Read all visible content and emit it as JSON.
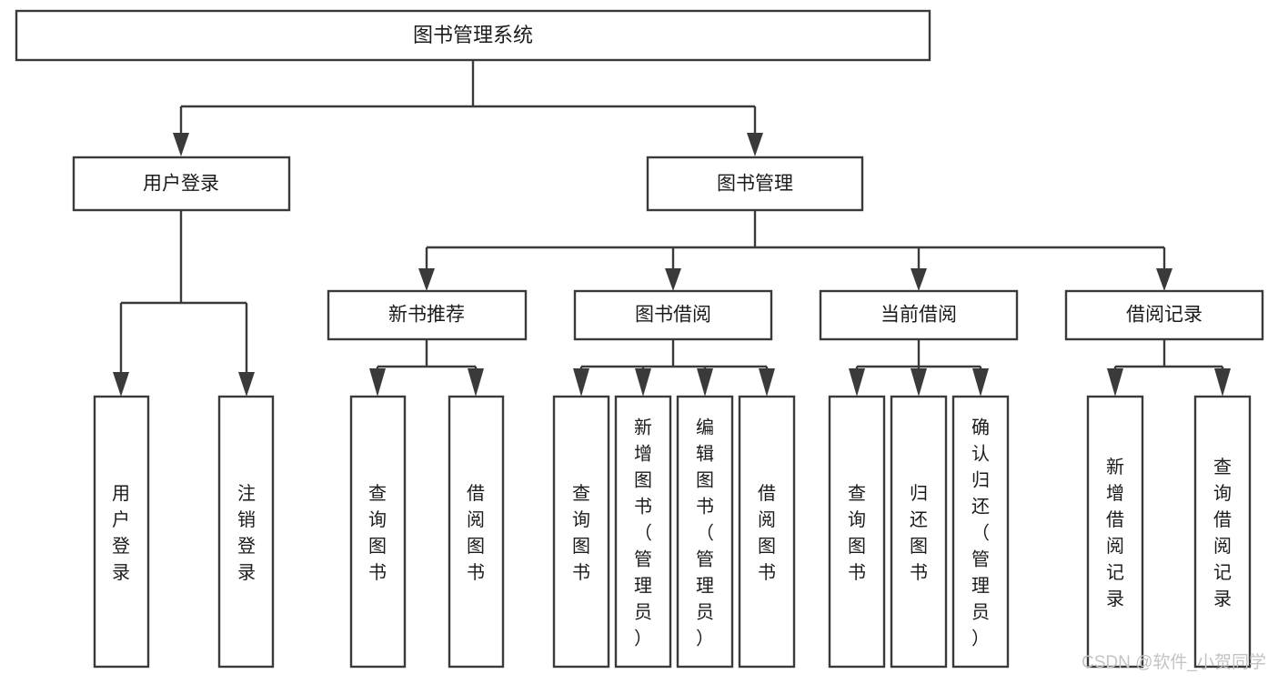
{
  "diagram": {
    "title": "图书管理系统",
    "type": "tree-hierarchy",
    "root": {
      "id": "root",
      "label": "图书管理系统"
    },
    "level2": [
      {
        "id": "user-login",
        "label": "用户登录"
      },
      {
        "id": "book-management",
        "label": "图书管理"
      }
    ],
    "level3": [
      {
        "id": "new-book-recommend",
        "label": "新书推荐",
        "parent": "book-management"
      },
      {
        "id": "book-borrow",
        "label": "图书借阅",
        "parent": "book-management"
      },
      {
        "id": "current-borrow",
        "label": "当前借阅",
        "parent": "book-management"
      },
      {
        "id": "borrow-record",
        "label": "借阅记录",
        "parent": "book-management"
      }
    ],
    "leaves": {
      "user-login": [
        {
          "id": "leaf-user-login",
          "label": "用户登录"
        },
        {
          "id": "leaf-user-logout",
          "label": "注销登录"
        }
      ],
      "new-book-recommend": [
        {
          "id": "leaf-query-book-1",
          "label": "查询图书"
        },
        {
          "id": "leaf-borrow-book-1",
          "label": "借阅图书"
        }
      ],
      "book-borrow": [
        {
          "id": "leaf-query-book-2",
          "label": "查询图书"
        },
        {
          "id": "leaf-add-book",
          "label": "新增图书（管理员）"
        },
        {
          "id": "leaf-edit-book",
          "label": "编辑图书（管理员）"
        },
        {
          "id": "leaf-borrow-book-2",
          "label": "借阅图书"
        }
      ],
      "current-borrow": [
        {
          "id": "leaf-query-book-3",
          "label": "查询图书"
        },
        {
          "id": "leaf-return-book",
          "label": "归还图书"
        },
        {
          "id": "leaf-confirm-return",
          "label": "确认归还（管理员）"
        }
      ],
      "borrow-record": [
        {
          "id": "leaf-add-record",
          "label": "新增借阅记录"
        },
        {
          "id": "leaf-query-record",
          "label": "查询借阅记录"
        }
      ]
    }
  },
  "watermark": {
    "text": "CSDN @软件_小贺同学"
  },
  "colors": {
    "stroke": "#3a3a3a",
    "box_fill": "#ffffff",
    "text": "#1b1b1b",
    "watermark": "#c3c3c3",
    "background": "#ffffff"
  }
}
